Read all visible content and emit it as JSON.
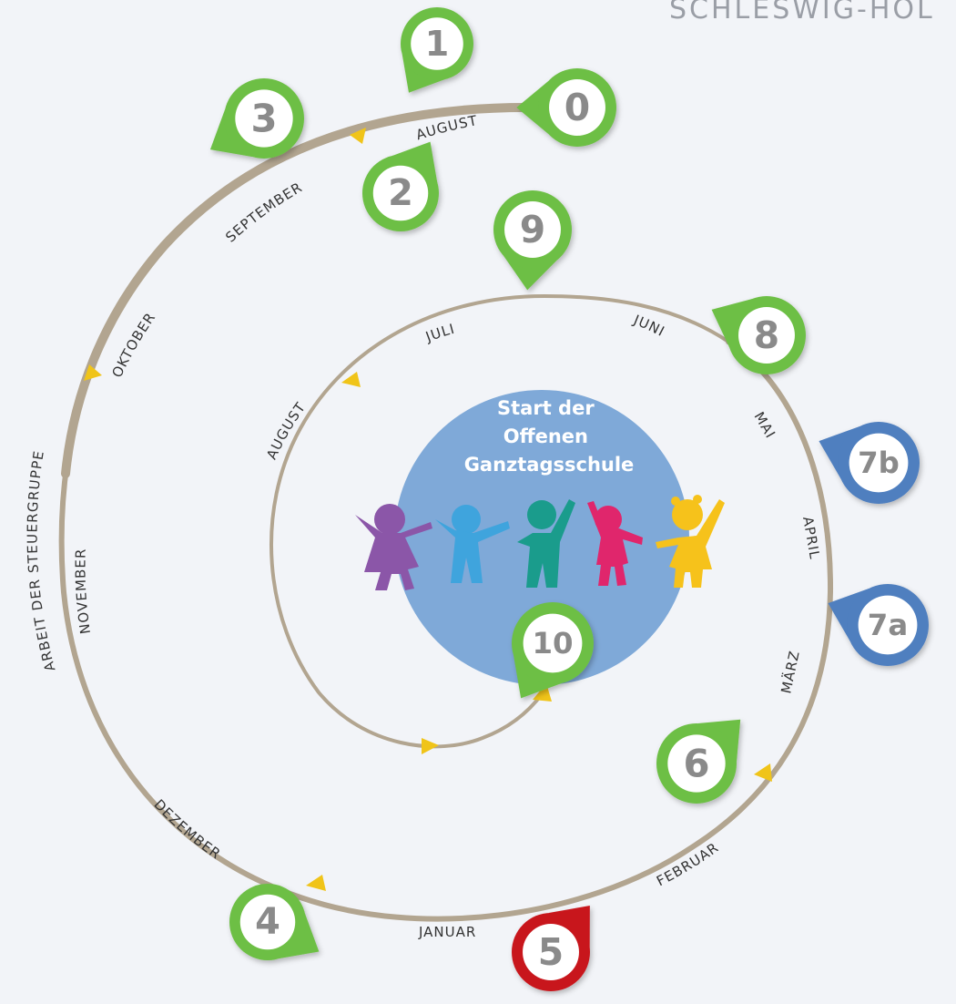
{
  "header": {
    "text": "SCHLESWIG-HOL"
  },
  "center": {
    "lines": [
      "Start der",
      "Offenen",
      "Ganztagsschule"
    ]
  },
  "months_outer": {
    "august": "AUGUST",
    "september": "SEPTEMBER",
    "oktober": "OKTOBER",
    "november": "NOVEMBER",
    "dezember": "DEZEMBER",
    "januar": "JANUAR",
    "februar": "FEBRUAR",
    "maerz": "MÄRZ",
    "april": "APRIL",
    "mai": "MAI",
    "juni": "JUNI",
    "juli": "JULI",
    "august2": "AUGUST"
  },
  "steuergruppe": "ARBEIT DER STEUERGRUPPE",
  "steps": [
    {
      "id": "0",
      "label": "0",
      "color": "green"
    },
    {
      "id": "1",
      "label": "1",
      "color": "green"
    },
    {
      "id": "2",
      "label": "2",
      "color": "green"
    },
    {
      "id": "3",
      "label": "3",
      "color": "green"
    },
    {
      "id": "4",
      "label": "4",
      "color": "green"
    },
    {
      "id": "5",
      "label": "5",
      "color": "red"
    },
    {
      "id": "6",
      "label": "6",
      "color": "green"
    },
    {
      "id": "7a",
      "label": "7a",
      "color": "blue"
    },
    {
      "id": "7b",
      "label": "7b",
      "color": "blue"
    },
    {
      "id": "8",
      "label": "8",
      "color": "green"
    },
    {
      "id": "9",
      "label": "9",
      "color": "green"
    },
    {
      "id": "10",
      "label": "10",
      "color": "green"
    }
  ],
  "colors": {
    "green": "#6dbf45",
    "blue": "#4f7fbf",
    "red": "#c8171e",
    "path": "#b2a590",
    "arrow": "#f0c419",
    "center_circle": "#7fa9d8",
    "kid_purple": "#8b56a8",
    "kid_blue": "#3fa4dd",
    "kid_teal": "#1a9c8c",
    "kid_pink": "#e0266c",
    "kid_yellow": "#f6c21b"
  }
}
